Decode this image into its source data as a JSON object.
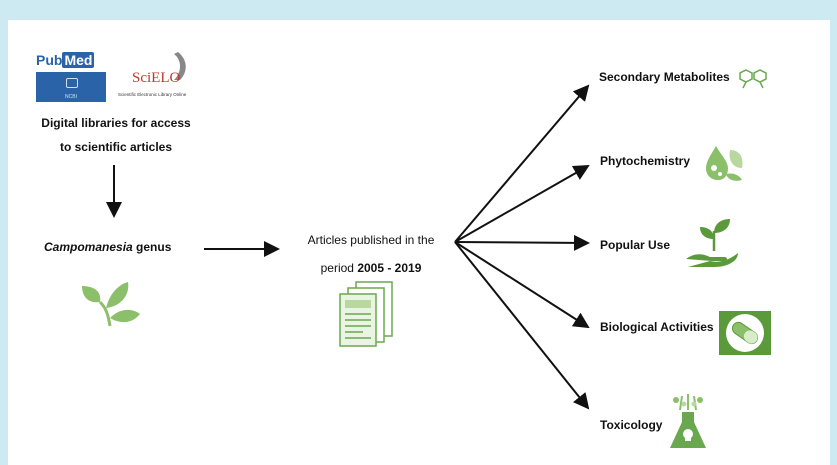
{
  "logos": {
    "pubmed": {
      "part1": "Pub",
      "part2": "Med",
      "sub": "NCBI"
    },
    "scielo": {
      "name": "SciELO",
      "subtitle": "Scientific Electronic Library Online"
    }
  },
  "libraries": {
    "line1": "Digital libraries for access",
    "line2": "to scientific articles"
  },
  "genus": {
    "italic": "Campomanesia",
    "rest": " genus"
  },
  "articles": {
    "line1": "Articles published in the",
    "line2_prefix": "period ",
    "line2_bold": "2005 - 2019"
  },
  "outcomes": [
    {
      "label": "Secondary Metabolites",
      "icon": "molecule-icon"
    },
    {
      "label": "Phytochemistry",
      "icon": "droplets-leaf-icon"
    },
    {
      "label": "Popular Use",
      "icon": "hand-plant-icon"
    },
    {
      "label": "Biological Activities",
      "icon": "capsule-icon"
    },
    {
      "label": "Toxicology",
      "icon": "flask-skull-icon"
    }
  ],
  "colors": {
    "green": "#8bbf6a",
    "dark_green": "#5a9a3a",
    "pubmed_blue": "#2a63a8",
    "scielo_red": "#c0392b",
    "background": "#cdeaf2"
  }
}
